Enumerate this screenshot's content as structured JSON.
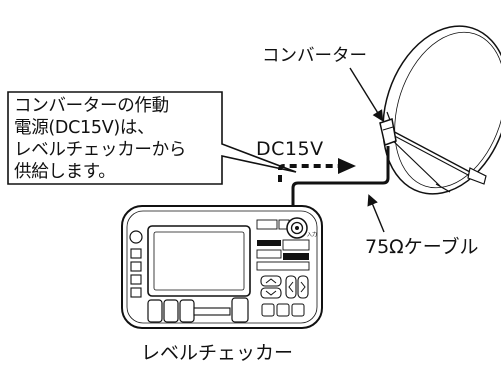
{
  "callout": {
    "lines": [
      "コンバーターの作動",
      "電源(DC15V)は、",
      "レベルチェッカーから",
      "供給します。"
    ]
  },
  "labels": {
    "converter": "コンバーター",
    "dc_voltage": "DC15V",
    "cable": "75Ωケーブル",
    "level_checker": "レベルチェッカー"
  },
  "device": {
    "input_label": "入力"
  }
}
